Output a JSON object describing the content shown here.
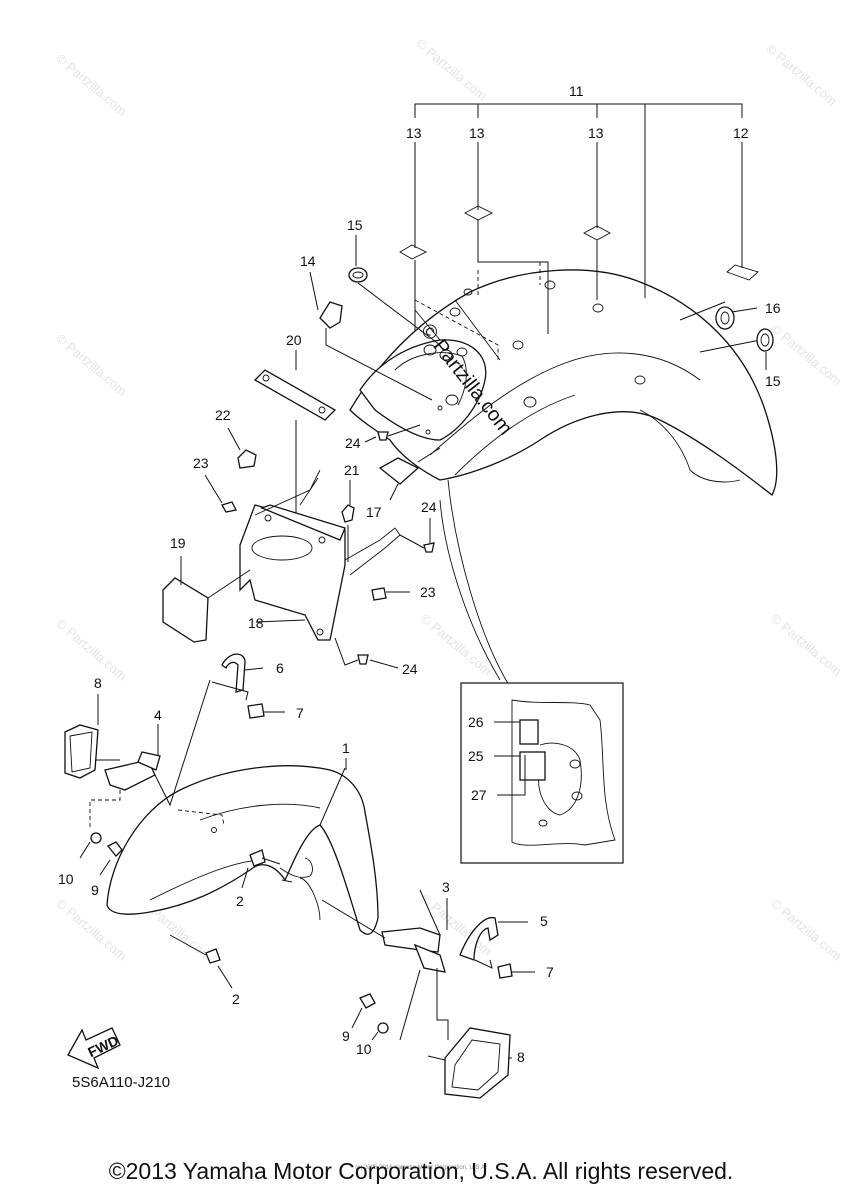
{
  "watermarks": [
    "© Partzilla.com",
    "© Partzilla.com",
    "© Partzilla.com",
    "© Partzilla.com",
    "© Partzilla.com",
    "© Partzilla.com",
    "© Partzilla.com",
    "© Partzilla.com",
    "© Partzilla.com",
    "© Partzilla.com",
    "© Partzilla.com",
    "© Partzilla.com"
  ],
  "center_watermark": "© Partzilla.com",
  "callouts": {
    "p1": "1",
    "p2a": "2",
    "p2b": "2",
    "p3": "3",
    "p4": "4",
    "p5": "5",
    "p6": "6",
    "p7a": "7",
    "p7b": "7",
    "p8a": "8",
    "p8b": "8",
    "p9a": "9",
    "p9b": "9",
    "p10a": "10",
    "p10b": "10",
    "p11": "11",
    "p12": "12",
    "p13a": "13",
    "p13b": "13",
    "p13c": "13",
    "p14": "14",
    "p15a": "15",
    "p15b": "15",
    "p16": "16",
    "p17": "17",
    "p18": "18",
    "p19": "19",
    "p20": "20",
    "p21": "21",
    "p22": "22",
    "p23a": "23",
    "p23b": "23",
    "p24a": "24",
    "p24b": "24",
    "p24c": "24",
    "p25": "25",
    "p26": "26",
    "p27": "27"
  },
  "fwd_label": "FWD",
  "diagram_code": "5S6A110-J210",
  "tiny_credit": "(c) 2005-2016 Yamaha Motor Corporation, U.S.A.",
  "copyright": "©2013 Yamaha Motor Corporation, U.S.A. All rights reserved."
}
